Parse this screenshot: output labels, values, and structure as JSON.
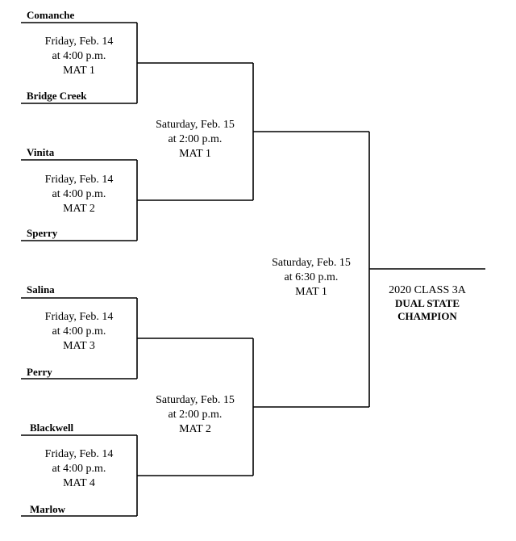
{
  "quarterfinals": [
    {
      "top_team": "Comanche",
      "bottom_team": "Bridge Creek",
      "date": "Friday, Feb. 14",
      "time": "at 4:00 p.m.",
      "mat": "MAT 1"
    },
    {
      "top_team": "Vinita",
      "bottom_team": "Sperry",
      "date": "Friday, Feb. 14",
      "time": "at 4:00 p.m.",
      "mat": "MAT 2"
    },
    {
      "top_team": "Salina",
      "bottom_team": "Perry",
      "date": "Friday, Feb. 14",
      "time": "at 4:00 p.m.",
      "mat": "MAT 3"
    },
    {
      "top_team": "Blackwell",
      "bottom_team": "Marlow",
      "date": "Friday, Feb. 14",
      "time": "at 4:00 p.m.",
      "mat": "MAT 4"
    }
  ],
  "semifinals": [
    {
      "date": "Saturday, Feb. 15",
      "time": "at 2:00 p.m.",
      "mat": "MAT 1"
    },
    {
      "date": "Saturday, Feb. 15",
      "time": "at 2:00 p.m.",
      "mat": "MAT 2"
    }
  ],
  "final": {
    "date": "Saturday, Feb. 15",
    "time": "at 6:30 p.m.",
    "mat": "MAT 1"
  },
  "champion": {
    "line1": "2020 CLASS 3A",
    "line2": "DUAL STATE",
    "line3": "CHAMPION"
  }
}
